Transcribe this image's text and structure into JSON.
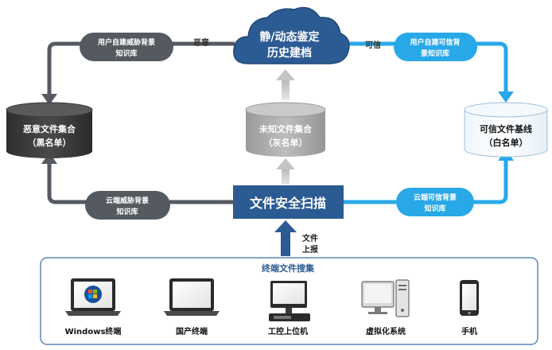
{
  "cloud": {
    "line1": "静/动态鉴定",
    "line2": "历史建档"
  },
  "edge_labels": {
    "malicious": "恶意",
    "trusted": "可信",
    "upload_line1": "文件",
    "upload_line2": "上报"
  },
  "pills": {
    "user_threat": {
      "line1": "用户自建威胁背景",
      "line2": "知识库"
    },
    "user_trust": {
      "line1": "用户自建可信背",
      "line2": "景知识库"
    },
    "cloud_threat": {
      "line1": "云端威胁背景",
      "line2": "知识库"
    },
    "cloud_trust": {
      "line1": "云端可信背景",
      "line2": "知识库"
    }
  },
  "databases": {
    "black": {
      "line1": "恶意文件集合",
      "line2": "（黑名单）"
    },
    "gray": {
      "line1": "未知文件集合",
      "line2": "（灰名单）"
    },
    "white": {
      "line1": "可信文件基线",
      "line2": "（白名单）"
    }
  },
  "scan_box": {
    "label": "文件安全扫描"
  },
  "collection": {
    "title": "终端文件搜集",
    "devices": [
      {
        "label": "Windows终端",
        "icon": "windows-laptop-icon"
      },
      {
        "label": "国产终端",
        "icon": "laptop-icon"
      },
      {
        "label": "工控上位机",
        "icon": "industrial-pc-icon"
      },
      {
        "label": "虚拟化系统",
        "icon": "virtual-desktop-icon"
      },
      {
        "label": "手机",
        "icon": "mobile-phone-icon"
      }
    ]
  },
  "colors": {
    "navy": "#2c5b94",
    "dark_gray": "#555a60",
    "light_blue": "#29a8e8",
    "gray": "#a6a6a6",
    "border": "#5b86b8"
  }
}
